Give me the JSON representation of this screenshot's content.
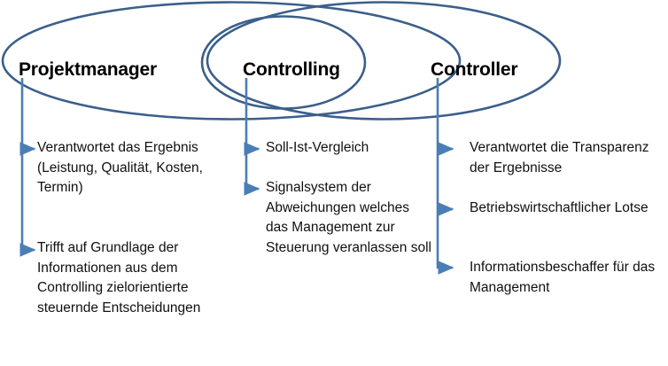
{
  "diagram": {
    "type": "venn-with-annotations",
    "colors": {
      "ellipse_stroke": "#3B5F8A",
      "connector": "#4A7EB5",
      "text": "#101010",
      "background": "#FFFFFF"
    },
    "sets": [
      {
        "id": "projektmanager",
        "title": "Projektmanager",
        "shape": "ellipse-large-left",
        "items": [
          "Verantwortet das Ergebnis (Leistung, Qualität, Kosten, Termin)",
          "Trifft auf Grundlage der Informationen aus dem Controlling zielorientierte steuernde Entscheidungen"
        ]
      },
      {
        "id": "controlling",
        "title": "Controlling",
        "shape": "ellipse-small-center",
        "items": [
          "Soll-Ist-Vergleich",
          "Signalsystem der Abweichungen welches das Management zur Steuerung veranlassen soll"
        ]
      },
      {
        "id": "controller",
        "title": "Controller",
        "shape": "ellipse-large-right",
        "items": [
          "Verantwortet die Transparenz der Ergebnisse",
          "Betriebswirtschaftlicher Lotse",
          "Informationsbeschaffer für das Management"
        ]
      }
    ]
  }
}
